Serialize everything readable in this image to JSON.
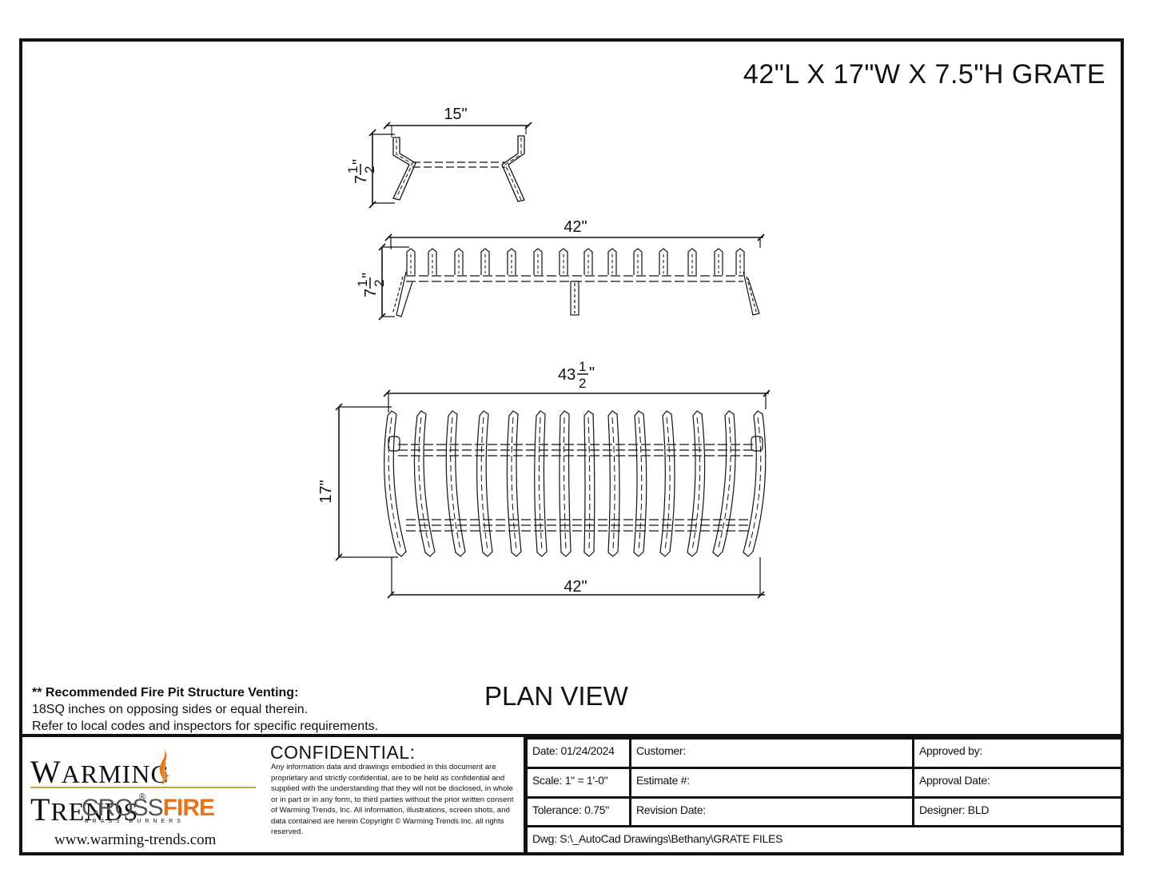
{
  "title": "42\"L X 17\"W X 7.5\"H GRATE",
  "view_label": "PLAN VIEW",
  "venting": {
    "heading": "** Recommended Fire Pit Structure Venting:",
    "line1": "18SQ inches on opposing sides or equal therein.",
    "line2": "Refer to local codes and inspectors for specific requirements."
  },
  "dimensions": {
    "end_view_width": "15\"",
    "end_view_height_whole": "7",
    "end_view_height_num": "1",
    "end_view_height_den": "2",
    "end_view_height_inch": "\"",
    "side_view_length": "42\"",
    "side_view_height_whole": "7",
    "side_view_height_num": "1",
    "side_view_height_den": "2",
    "side_view_height_inch": "\"",
    "plan_top_whole": "43",
    "plan_top_num": "1",
    "plan_top_den": "2",
    "plan_top_inch": "\"",
    "plan_width": "17\"",
    "plan_bottom": "42\""
  },
  "logo": {
    "brand_w": "W",
    "brand_arming": "ARMING",
    "brand_t": "T",
    "brand_rends": "RENDS",
    "registered": "®",
    "cross": "CROSS",
    "fire": "FIRE",
    "brass": "BRASS BURNERS",
    "url": "www.warming-trends.com"
  },
  "confidential": {
    "heading": "CONFIDENTIAL:",
    "body": "Any information data and drawings embodied in this document are proprietary and strictly confidential, are to be held as confidential and supplied with the understanding that they will not be disclosed, in whole or in part or in any form, to third parties without the prior written consent of Warming Trends, Inc. All information, illustrations, screen shots, and data contained are herein Copyright © Warming Trends Inc. all rights reserved."
  },
  "title_block": {
    "date": "Date:  01/24/2024",
    "scale": "Scale: 1\" = 1'-0\"",
    "tolerance": "Tolerance: 0.75\"",
    "customer": "Customer:",
    "estimate": "Estimate #:",
    "revision": "Revision Date:",
    "approved_by": "Approved by:",
    "approval_date": "Approval Date:",
    "designer": "Designer: BLD",
    "dwg": "Dwg:  S:\\_AutoCad Drawings\\Bethany\\GRATE FILES"
  },
  "colors": {
    "line": "#111111",
    "logo_gold": "#c9a24a",
    "fire_orange": "#e8731a"
  }
}
